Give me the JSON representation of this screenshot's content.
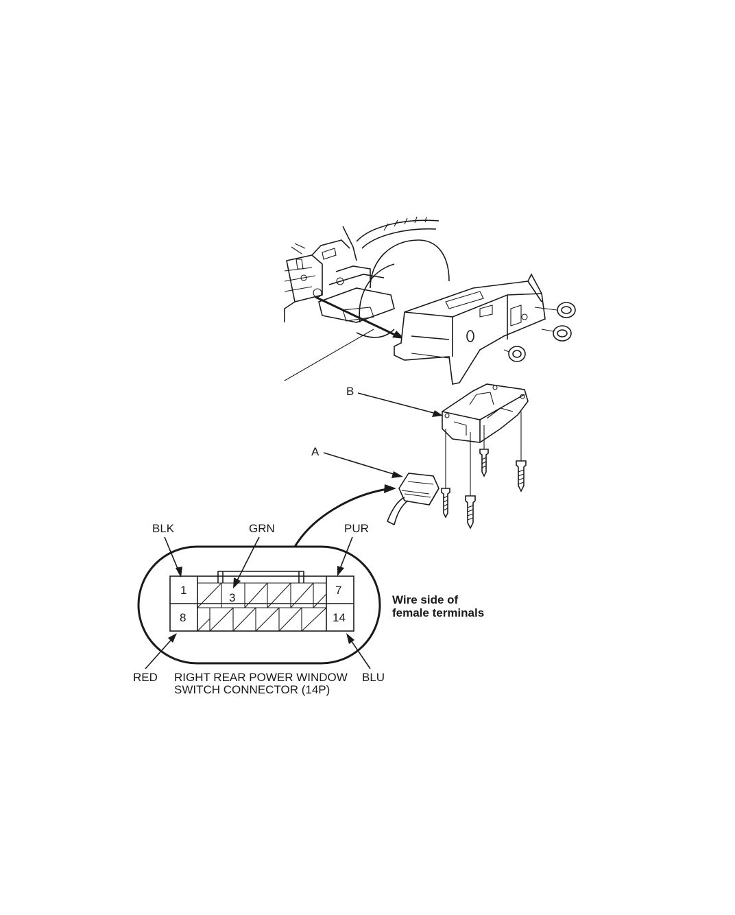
{
  "callouts": {
    "b": "B",
    "a": "A"
  },
  "connector": {
    "wire_colors": {
      "blk": "BLK",
      "grn": "GRN",
      "pur": "PUR",
      "red": "RED",
      "blu": "BLU"
    },
    "terminals": {
      "t1": "1",
      "t3": "3",
      "t7": "7",
      "t8": "8",
      "t14": "14"
    },
    "side_note": {
      "line1": "Wire side of",
      "line2": "female terminals"
    },
    "caption": {
      "line1": "RIGHT REAR POWER WINDOW",
      "line2": "SWITCH CONNECTOR (14P)"
    }
  }
}
